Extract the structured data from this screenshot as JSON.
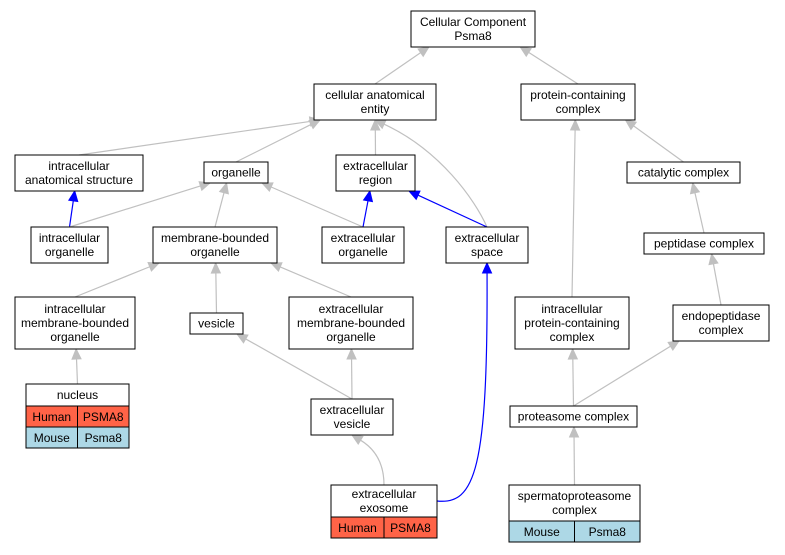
{
  "colors": {
    "edge_default": "#c0c0c0",
    "edge_highlight": "#0000ff",
    "node_border": "#000000",
    "human_cell": "#ff6347",
    "mouse_cell": "#add8e6"
  },
  "nodes": {
    "cellular_component": [
      "Cellular Component",
      "Psma8"
    ],
    "cellular_anatomical_entity": [
      "cellular anatomical",
      "entity"
    ],
    "protein_containing_complex": [
      "protein-containing",
      "complex"
    ],
    "intracellular_anatomical_structure": [
      "intracellular",
      "anatomical structure"
    ],
    "organelle": [
      "organelle"
    ],
    "extracellular_region": [
      "extracellular",
      "region"
    ],
    "catalytic_complex": [
      "catalytic complex"
    ],
    "intracellular_organelle": [
      "intracellular",
      "organelle"
    ],
    "membrane_bounded_organelle": [
      "membrane-bounded",
      "organelle"
    ],
    "extracellular_organelle": [
      "extracellular",
      "organelle"
    ],
    "extracellular_space": [
      "extracellular",
      "space"
    ],
    "peptidase_complex": [
      "peptidase complex"
    ],
    "intracellular_membrane_bounded_organelle": [
      "intracellular",
      "membrane-bounded",
      "organelle"
    ],
    "vesicle": [
      "vesicle"
    ],
    "extracellular_membrane_bounded_organelle": [
      "extracellular",
      "membrane-bounded",
      "organelle"
    ],
    "intracellular_protein_containing_complex": [
      "intracellular",
      "protein-containing",
      "complex"
    ],
    "endopeptidase_complex": [
      "endopeptidase",
      "complex"
    ],
    "nucleus": [
      "nucleus"
    ],
    "extracellular_vesicle": [
      "extracellular",
      "vesicle"
    ],
    "proteasome_complex": [
      "proteasome complex"
    ],
    "extracellular_exosome": [
      "extracellular",
      "exosome"
    ],
    "spermatoproteasome_complex": [
      "spermatoproteasome",
      "complex"
    ]
  },
  "gene_tables": {
    "nucleus": [
      {
        "species": "Human",
        "gene": "PSMA8",
        "color": "#ff6347"
      },
      {
        "species": "Mouse",
        "gene": "Psma8",
        "color": "#add8e6"
      }
    ],
    "extracellular_exosome": [
      {
        "species": "Human",
        "gene": "PSMA8",
        "color": "#ff6347"
      }
    ],
    "spermatoproteasome_complex": [
      {
        "species": "Mouse",
        "gene": "Psma8",
        "color": "#add8e6"
      }
    ]
  },
  "edges": [
    {
      "from": "cellular_anatomical_entity",
      "to": "cellular_component",
      "highlight": false
    },
    {
      "from": "protein_containing_complex",
      "to": "cellular_component",
      "highlight": false
    },
    {
      "from": "intracellular_anatomical_structure",
      "to": "cellular_anatomical_entity",
      "highlight": false
    },
    {
      "from": "organelle",
      "to": "cellular_anatomical_entity",
      "highlight": false
    },
    {
      "from": "extracellular_region",
      "to": "cellular_anatomical_entity",
      "highlight": false
    },
    {
      "from": "extracellular_space",
      "to": "cellular_anatomical_entity",
      "highlight": false
    },
    {
      "from": "intracellular_organelle",
      "to": "intracellular_anatomical_structure",
      "highlight": true
    },
    {
      "from": "intracellular_organelle",
      "to": "organelle",
      "highlight": false
    },
    {
      "from": "membrane_bounded_organelle",
      "to": "organelle",
      "highlight": false
    },
    {
      "from": "extracellular_organelle",
      "to": "organelle",
      "highlight": false
    },
    {
      "from": "extracellular_organelle",
      "to": "extracellular_region",
      "highlight": true
    },
    {
      "from": "extracellular_space",
      "to": "extracellular_region",
      "highlight": true
    },
    {
      "from": "intracellular_protein_containing_complex",
      "to": "protein_containing_complex",
      "highlight": false
    },
    {
      "from": "catalytic_complex",
      "to": "protein_containing_complex",
      "highlight": false
    },
    {
      "from": "peptidase_complex",
      "to": "catalytic_complex",
      "highlight": false
    },
    {
      "from": "endopeptidase_complex",
      "to": "peptidase_complex",
      "highlight": false
    },
    {
      "from": "intracellular_membrane_bounded_organelle",
      "to": "membrane_bounded_organelle",
      "highlight": false
    },
    {
      "from": "vesicle",
      "to": "membrane_bounded_organelle",
      "highlight": false
    },
    {
      "from": "extracellular_membrane_bounded_organelle",
      "to": "membrane_bounded_organelle",
      "highlight": false
    },
    {
      "from": "nucleus",
      "to": "intracellular_membrane_bounded_organelle",
      "highlight": false
    },
    {
      "from": "extracellular_vesicle",
      "to": "vesicle",
      "highlight": false
    },
    {
      "from": "extracellular_vesicle",
      "to": "extracellular_membrane_bounded_organelle",
      "highlight": false
    },
    {
      "from": "extracellular_exosome",
      "to": "extracellular_vesicle",
      "highlight": false
    },
    {
      "from": "extracellular_exosome",
      "to": "extracellular_space",
      "highlight": true
    },
    {
      "from": "proteasome_complex",
      "to": "intracellular_protein_containing_complex",
      "highlight": false
    },
    {
      "from": "proteasome_complex",
      "to": "endopeptidase_complex",
      "highlight": false
    },
    {
      "from": "spermatoproteasome_complex",
      "to": "proteasome_complex",
      "highlight": false
    }
  ]
}
